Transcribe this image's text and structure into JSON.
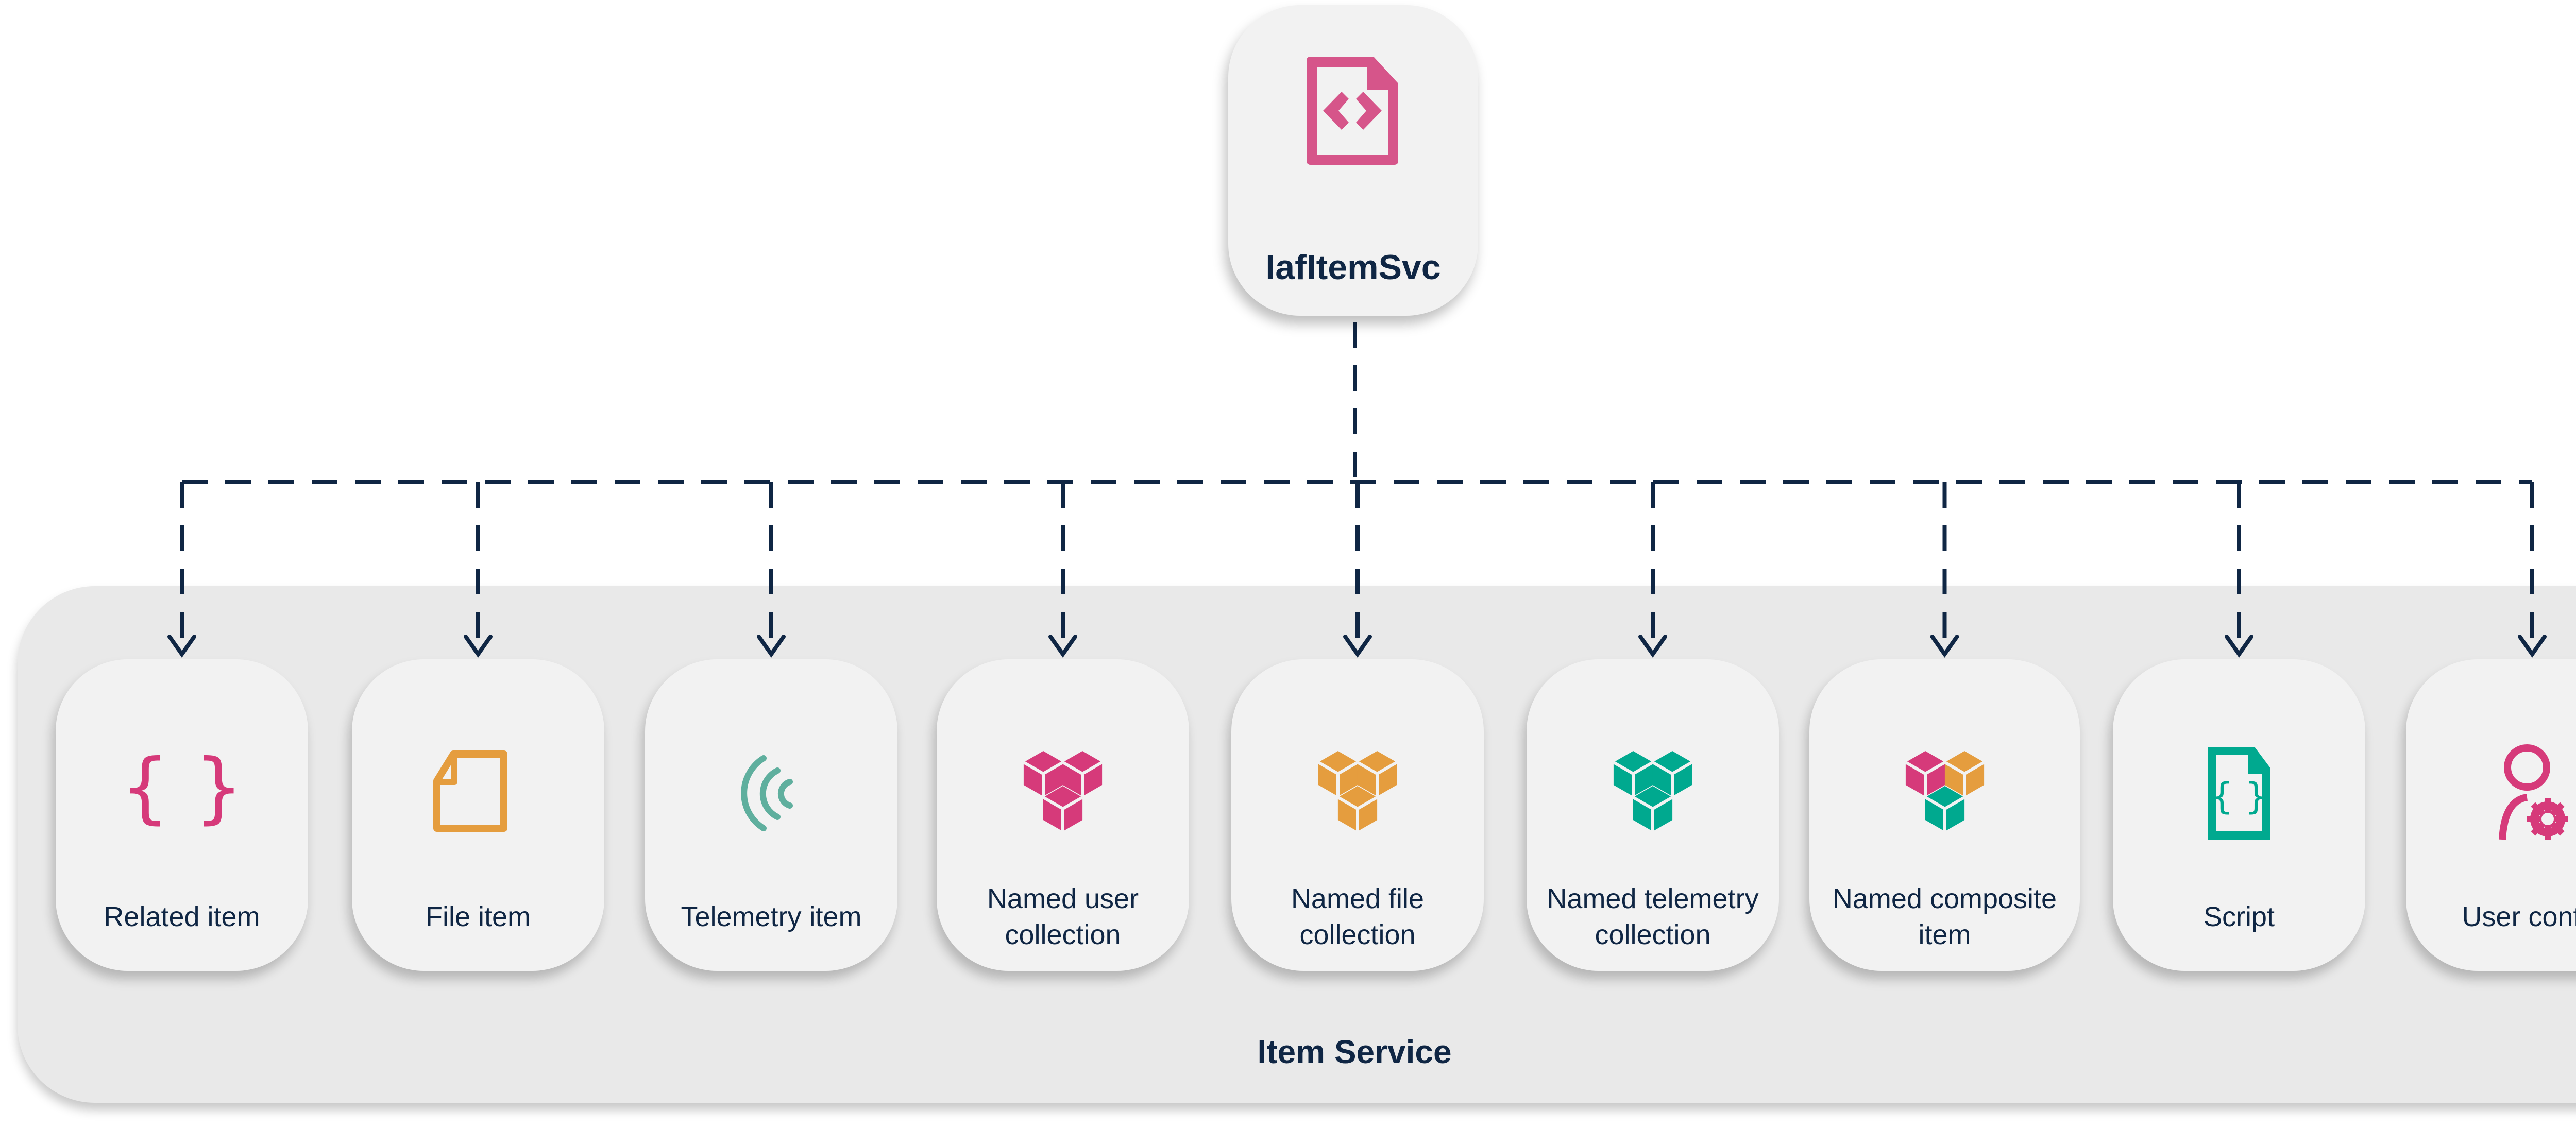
{
  "source_service": {
    "label": "IafItemSvc",
    "icon": "code-file-icon",
    "color": "#d6558a"
  },
  "container": {
    "title": "Item Service"
  },
  "colors": {
    "pink": "#d63a7a",
    "orange": "#e59d3e",
    "teal": "#00a98f",
    "telemetry_teal": "#5faf9e",
    "text": "#0f2644",
    "connector": "#0f2644"
  },
  "items": [
    {
      "label": "Related item",
      "icon": "braces-icon"
    },
    {
      "label": "File item",
      "icon": "file-icon"
    },
    {
      "label": "Telemetry item",
      "icon": "telemetry-icon"
    },
    {
      "label": "Named user collection",
      "icon": "cubes-pink-icon"
    },
    {
      "label": "Named file collection",
      "icon": "cubes-orange-icon"
    },
    {
      "label": "Named telemetry collection",
      "icon": "cubes-teal-icon"
    },
    {
      "label": "Named composite item",
      "icon": "cubes-mixed-icon"
    },
    {
      "label": "Script",
      "icon": "script-file-icon"
    },
    {
      "label": "User config",
      "icon": "user-settings-icon"
    }
  ]
}
